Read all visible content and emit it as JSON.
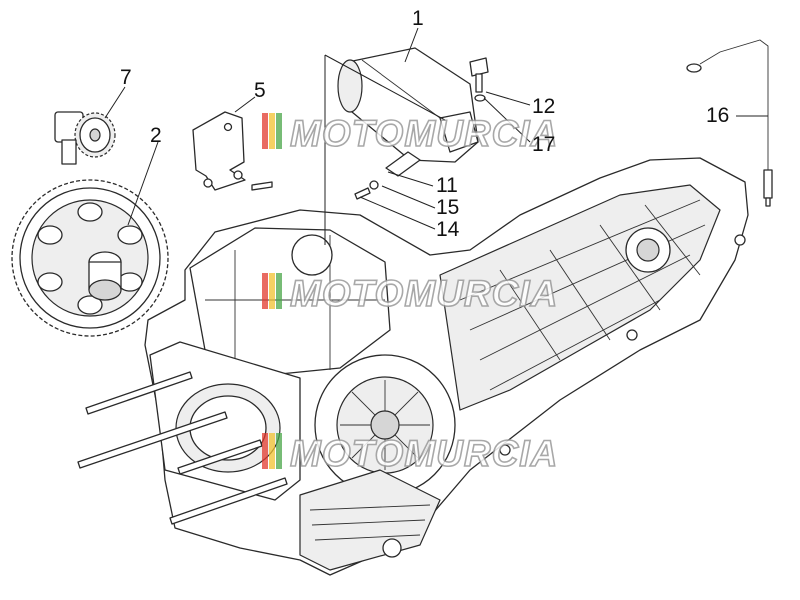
{
  "diagram": {
    "callouts": [
      {
        "id": "c1",
        "number": "1"
      },
      {
        "id": "c2",
        "number": "2"
      },
      {
        "id": "c5",
        "number": "5"
      },
      {
        "id": "c7",
        "number": "7"
      },
      {
        "id": "c11",
        "number": "11"
      },
      {
        "id": "c12",
        "number": "12"
      },
      {
        "id": "c14",
        "number": "14"
      },
      {
        "id": "c15",
        "number": "15"
      },
      {
        "id": "c16",
        "number": "16"
      },
      {
        "id": "c17",
        "number": "17"
      }
    ],
    "watermark": {
      "text": "MOTOMURCIA",
      "stripe_colors": [
        "#e23a2e",
        "#f2c230",
        "#4aa548"
      ]
    }
  }
}
